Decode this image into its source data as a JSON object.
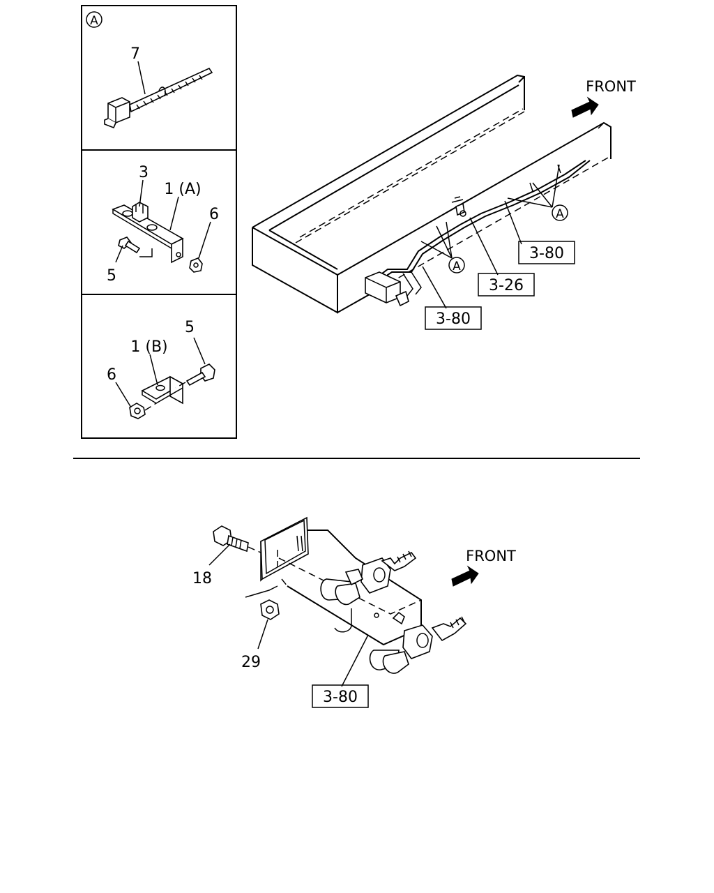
{
  "detail_a": {
    "marker": "A",
    "panel_tie": {
      "part_7": "7"
    },
    "panel_bracket_a": {
      "part_3": "3",
      "part_1a": "1 (A)",
      "part_6": "6",
      "part_5": "5"
    },
    "panel_bracket_b": {
      "part_1b": "1 (B)",
      "part_5": "5",
      "part_6": "6"
    }
  },
  "frame_view": {
    "front_label": "FRONT",
    "callout_a_1": "A",
    "callout_a_2": "A",
    "ref_1": "3-80",
    "ref_2": "3-26",
    "ref_3": "3-80"
  },
  "valve_view": {
    "front_label": "FRONT",
    "part_18": "18",
    "part_29": "29",
    "ref": "3-80"
  }
}
